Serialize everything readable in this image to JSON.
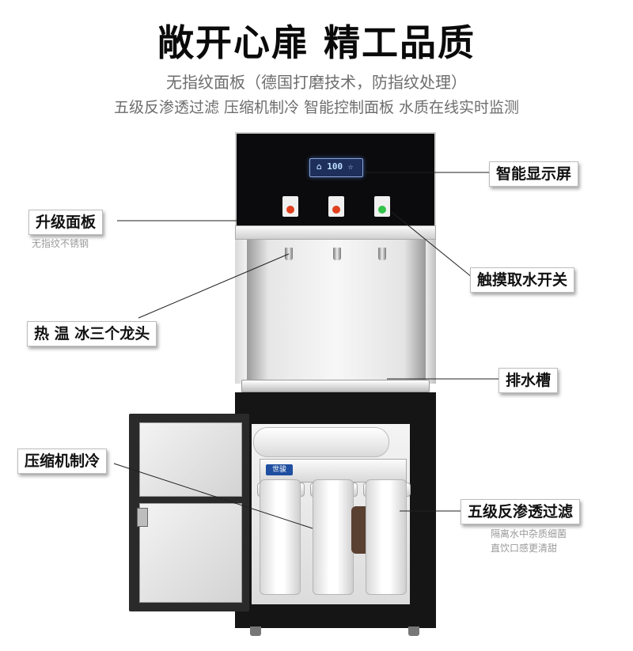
{
  "header": {
    "headline": "敞开心扉 精工品质",
    "subtitle_1": "无指纹面板（德国打磨技术，防指纹处理）",
    "subtitle_2": "五级反渗透过滤  压缩机制冷 智能控制面板 水质在线实时监测"
  },
  "device": {
    "lcd_readout": "⌂ 100 ☆",
    "brand_label": "世骏",
    "button_colors": [
      "#e0401e",
      "#e0401e",
      "#33c24a"
    ]
  },
  "callouts": {
    "smart_display": "智能显示屏",
    "upgraded_panel": "升级面板",
    "upgraded_panel_note": "无指纹不锈钢",
    "touch_switch": "触摸取水开关",
    "three_taps": "热 温 冰三个龙头",
    "drain_tray": "排水槽",
    "compressor": "压缩机制冷",
    "ro_filter": "五级反渗透过滤",
    "ro_filter_note_1": "隔离水中杂质细菌",
    "ro_filter_note_2": "直饮口感更清甜"
  }
}
